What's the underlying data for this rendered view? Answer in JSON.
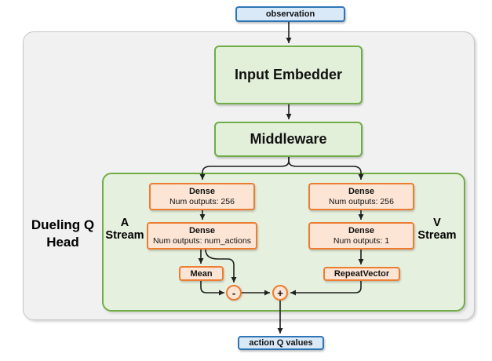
{
  "diagram": {
    "title_implied": "Dueling Q Head network diagram",
    "observation": {
      "label": "observation"
    },
    "input_embedder": {
      "label": "Input Embedder"
    },
    "middleware": {
      "label": "Middleware"
    },
    "dueling_head": {
      "label": "Dueling Q\nHead"
    },
    "a_stream": {
      "label": "A\nStream",
      "dense1": {
        "title": "Dense",
        "subtitle": "Num outputs: 256"
      },
      "dense2": {
        "title": "Dense",
        "subtitle": "Num outputs: num_actions"
      },
      "mean": {
        "label": "Mean"
      },
      "op": {
        "label": "-",
        "name": "subtract"
      }
    },
    "v_stream": {
      "label": "V\nStream",
      "dense1": {
        "title": "Dense",
        "subtitle": "Num outputs: 256"
      },
      "dense2": {
        "title": "Dense",
        "subtitle": "Num outputs: 1"
      },
      "repeat_vector": {
        "label": "RepeatVector"
      },
      "op": {
        "label": "+",
        "name": "add"
      }
    },
    "output": {
      "label": "action Q values"
    }
  },
  "colors": {
    "blue_border": "#2e75b6",
    "blue_fill": "#d9e9f8",
    "green_border": "#70ad47",
    "green_fill": "#e2efd9",
    "green_container_fill": "#e6f0de",
    "orange_border": "#ed7d31",
    "orange_fill": "#fce5d5",
    "gray_container_fill": "#f1f1f2",
    "gray_container_border": "#c6c6c6",
    "arrow": "#1f1f1f"
  }
}
